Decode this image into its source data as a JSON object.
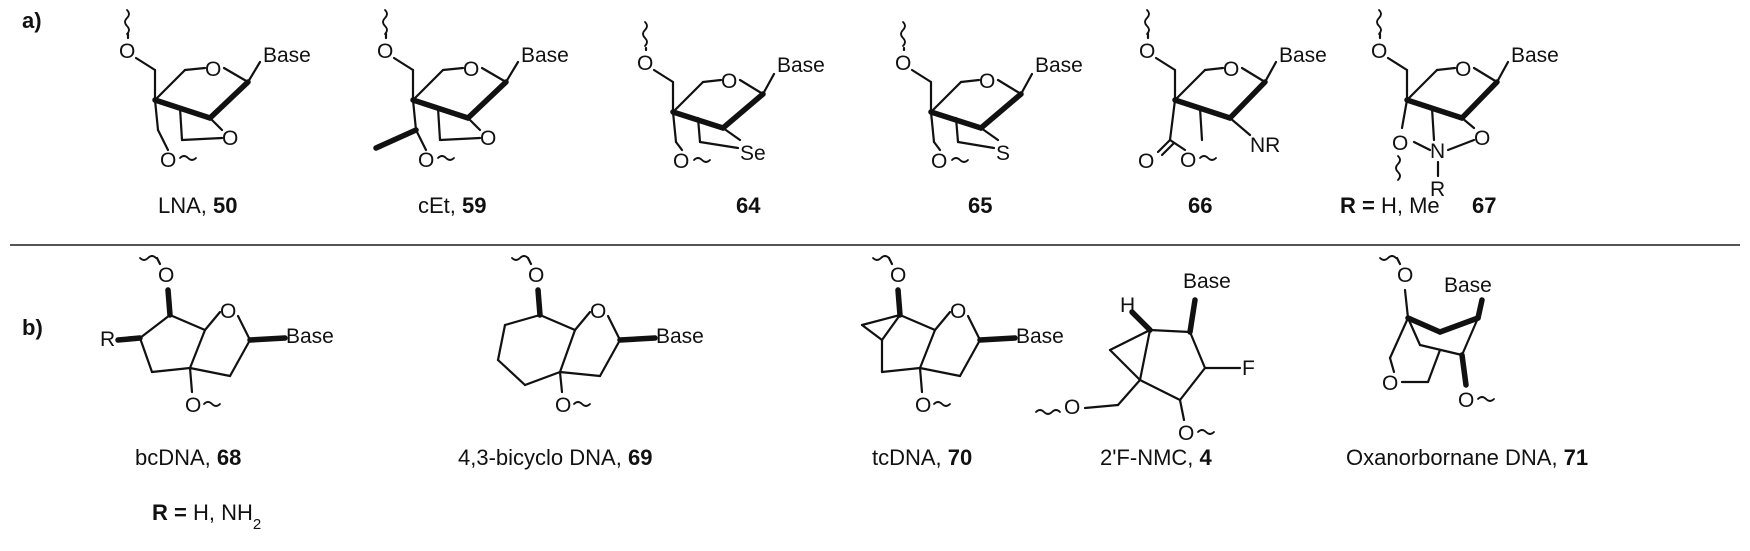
{
  "panels": {
    "a": "a)",
    "b": "b)"
  },
  "atoms": {
    "O": "O",
    "base": "Base",
    "se": "Se",
    "s": "S",
    "nr": "NR",
    "n": "N",
    "r": "R",
    "h": "H",
    "f": "F"
  },
  "captions": {
    "c50": {
      "name": "LNA, ",
      "num": "50"
    },
    "c59": {
      "name": "cEt, ",
      "num": "59"
    },
    "c64": {
      "num": "64"
    },
    "c65": {
      "num": "65"
    },
    "c66": {
      "num": "66"
    },
    "r_note_a": {
      "r": "R =",
      "rest": " H, Me"
    },
    "c67": {
      "num": "67"
    },
    "c68": {
      "name": "bcDNA, ",
      "num": "68"
    },
    "r_note_b": {
      "r": "R =",
      "rest": " H, NH",
      "sub": "2"
    },
    "c69": {
      "name": "4,3-bicyclo DNA, ",
      "num": "69"
    },
    "c70": {
      "name": "tcDNA, ",
      "num": "70"
    },
    "c4": {
      "name": "2'F-NMC, ",
      "num": "4"
    },
    "c71": {
      "name": "Oxanorbornane DNA, ",
      "num": "71"
    }
  }
}
